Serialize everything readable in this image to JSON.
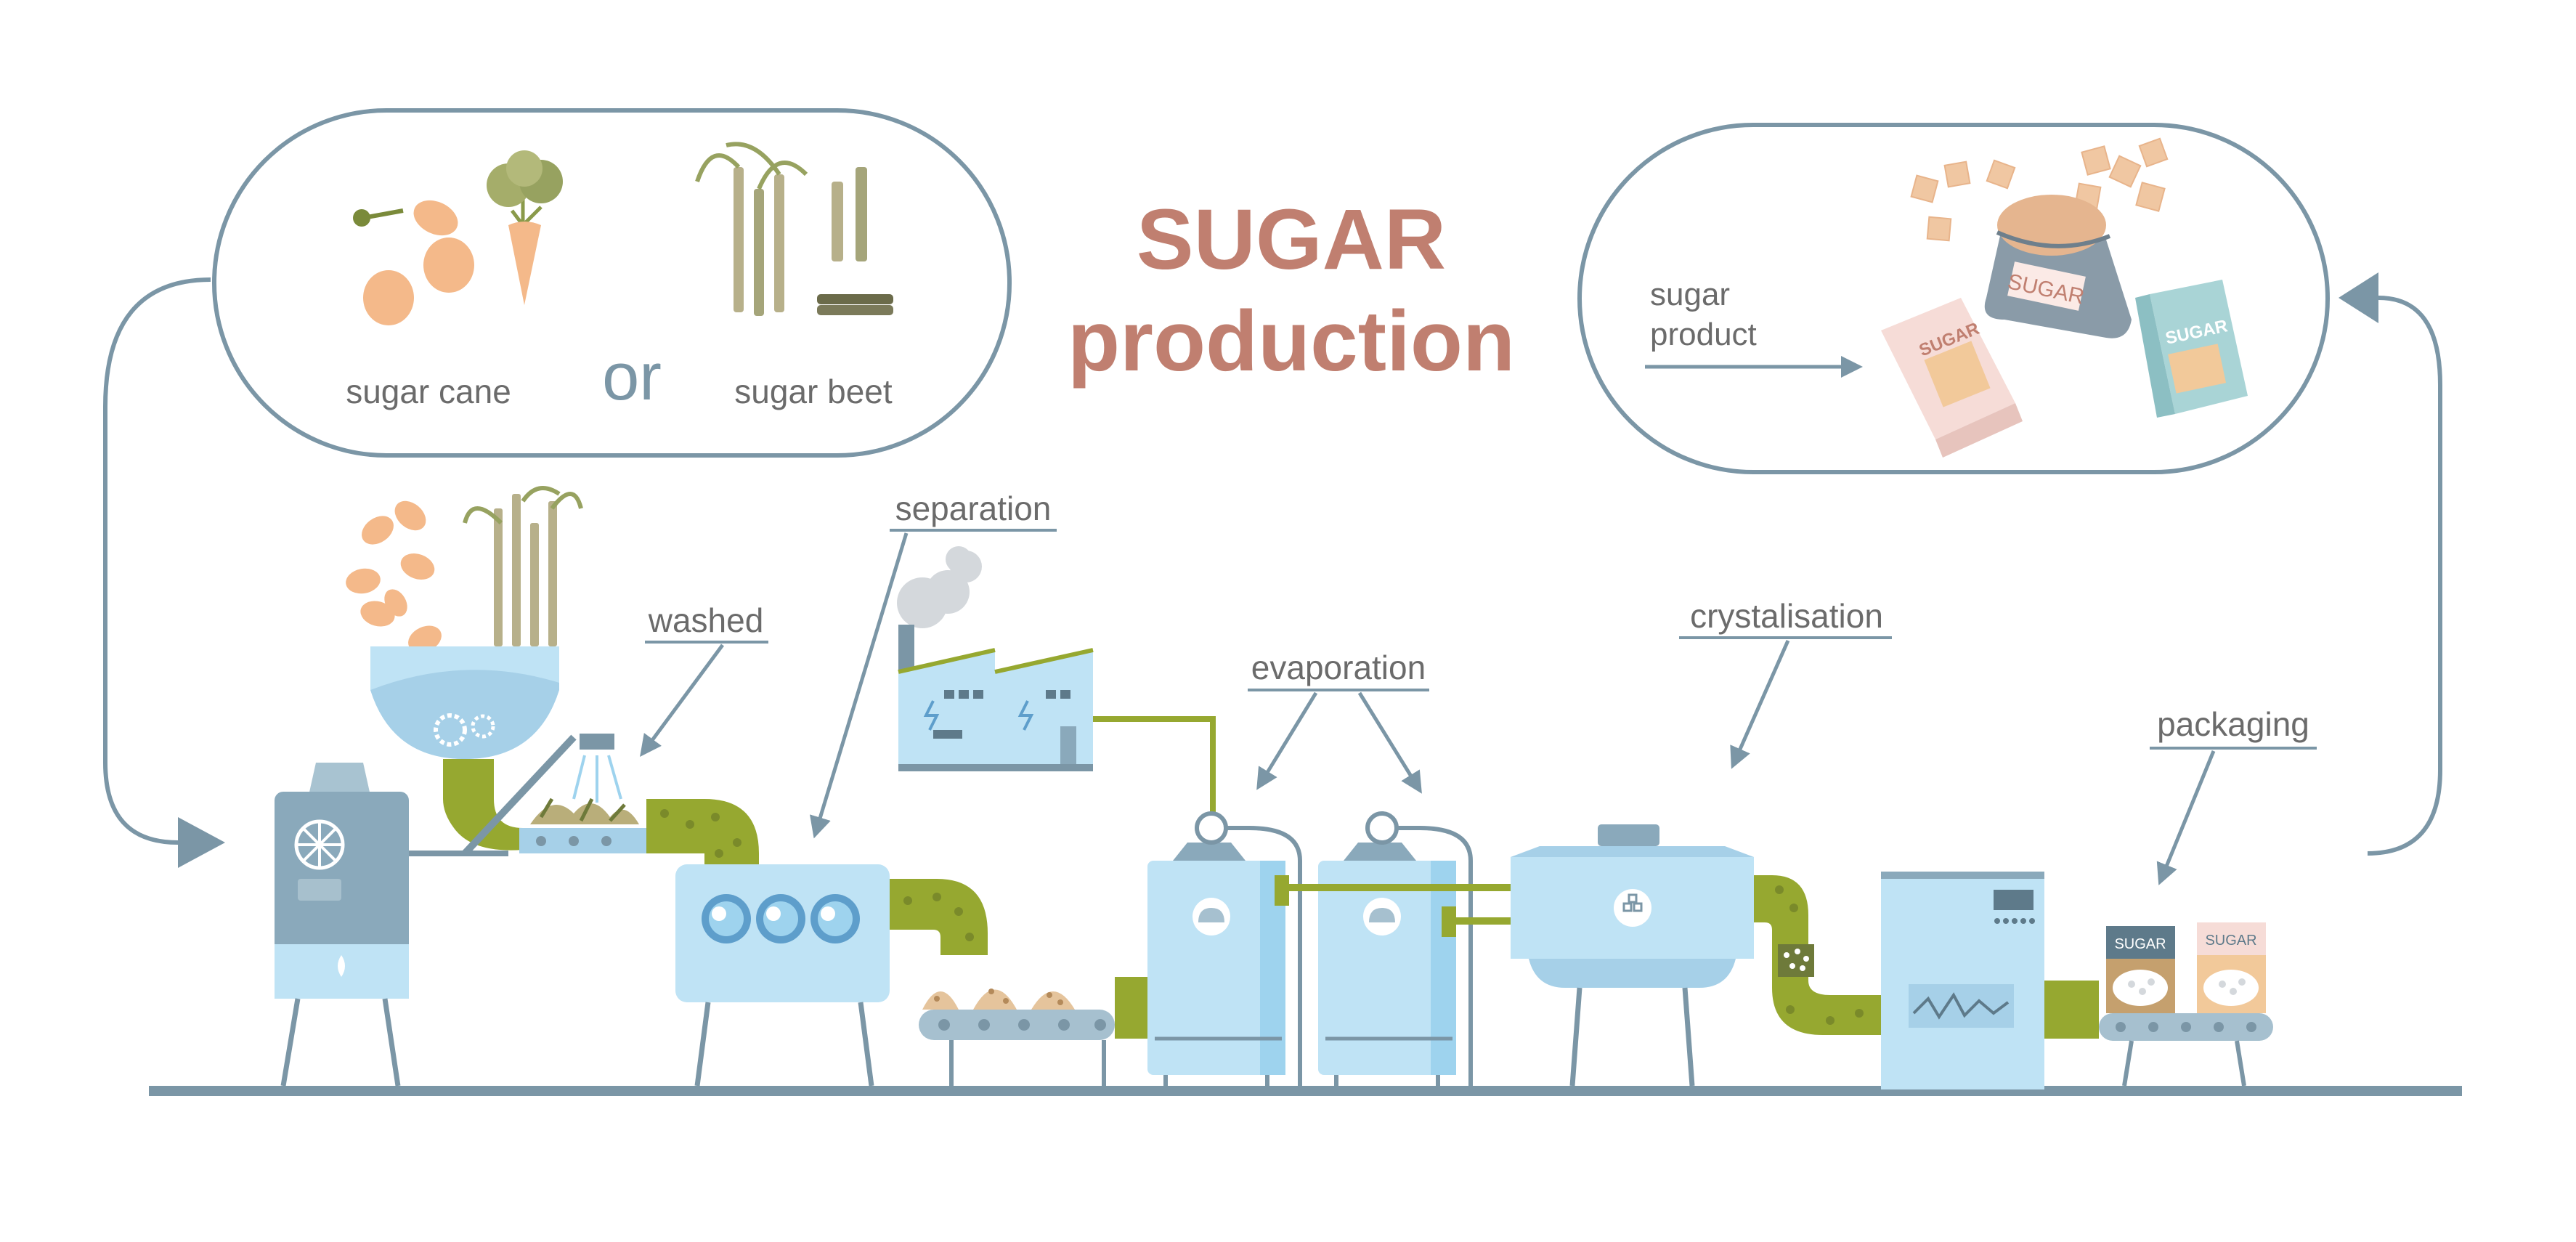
{
  "title": {
    "line1": "SUGAR",
    "line2": "production"
  },
  "raw_materials": {
    "left_label": "sugar cane",
    "connector": "or",
    "right_label": "sugar beet"
  },
  "product_panel": {
    "label": "sugar product"
  },
  "steps": {
    "washed": "washed",
    "separation": "separation",
    "evaporation": "evaporation",
    "crystalisation": "crystalisation",
    "packaging": "packaging"
  },
  "package_labels": {
    "bag": "SUGAR",
    "box_left": "SUGAR",
    "box_right": "SUGAR",
    "pack_1": "SUGAR",
    "pack_2": "SUGAR"
  },
  "colors": {
    "title": "#c07f70",
    "outline": "#7b96a6",
    "machine_light": "#bfe3f5",
    "machine_dark": "#8fb3c9",
    "pipe_green": "#96a830",
    "produce_orange": "#f4b98a",
    "stalk_green": "#a5a57a",
    "floor": "#7b96a6"
  },
  "icons": {
    "raw": [
      "sugar-beet-icon",
      "sugar-cane-icon"
    ],
    "machines": [
      "boiler-icon",
      "hopper-icon",
      "washer-icon",
      "factory-icon",
      "evaporator-icon",
      "crystalliser-icon",
      "packaging-machine-icon"
    ],
    "products": [
      "sugar-cube-icon",
      "sugar-sack-icon",
      "sugar-box-icon"
    ]
  }
}
